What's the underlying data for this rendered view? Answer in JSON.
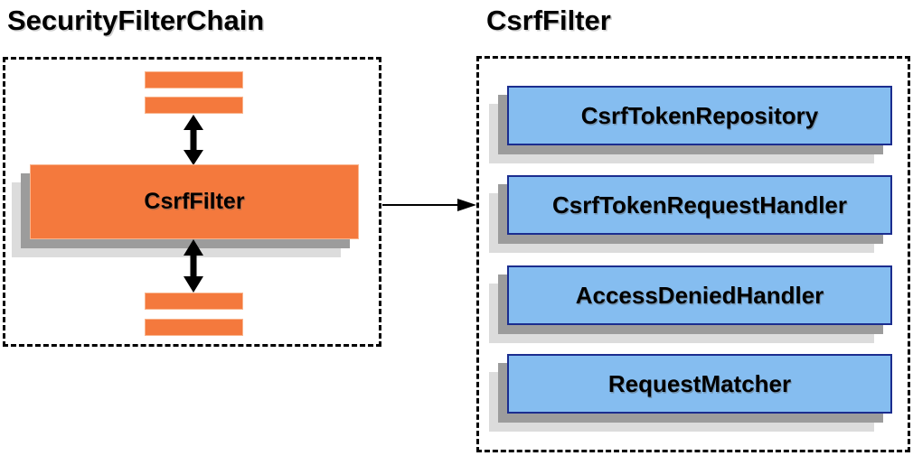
{
  "left_panel": {
    "title": "SecurityFilterChain",
    "filter_box_label": "CsrfFilter"
  },
  "right_panel": {
    "title": "CsrfFilter",
    "components": [
      "CsrfTokenRepository",
      "CsrfTokenRequestHandler",
      "AccessDeniedHandler",
      "RequestMatcher"
    ]
  },
  "colors": {
    "orange_fill": "#F4793D",
    "orange_border": "#F9B48C",
    "blue_fill": "#85BDF0",
    "blue_border": "#1B2D8F",
    "shadow_dark": "#9C9C9C",
    "shadow_light": "#DCDCDC",
    "arrow": "#000000",
    "text": "#000000"
  }
}
